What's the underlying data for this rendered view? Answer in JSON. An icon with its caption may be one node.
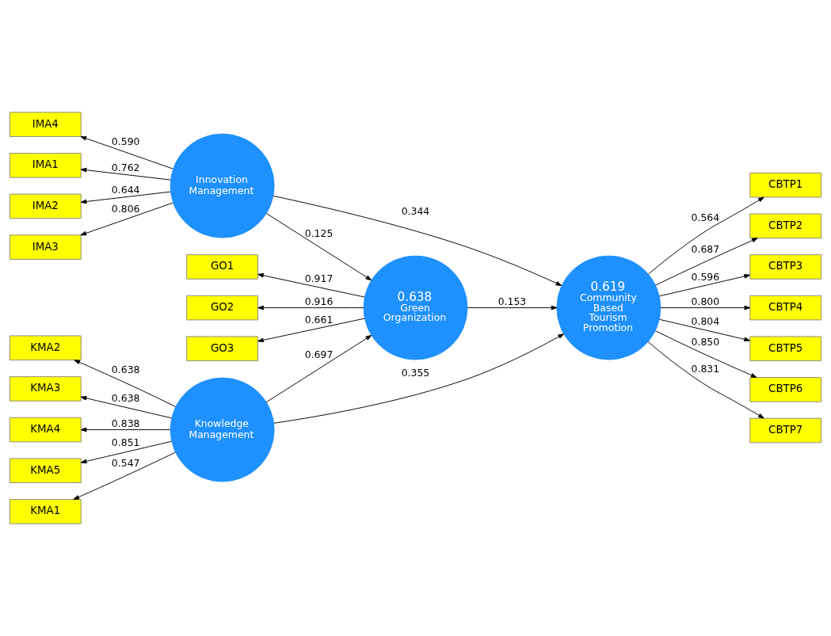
{
  "diagram": {
    "nodes": [
      {
        "text": [
          "GO1"
        ]
      },
      {
        "text": [
          "GO2"
        ]
      },
      {
        "text": [
          "GO3"
        ]
      },
      {
        "text": [
          "0.638",
          "Green Organization"
        ]
      },
      {
        "text": [
          "IMA1"
        ]
      },
      {
        "text": [
          "IMA2"
        ]
      },
      {
        "text": [
          "IMA3"
        ]
      },
      {
        "text": [
          "IMA4"
        ]
      },
      {
        "text": [
          "Innovation Management"
        ]
      },
      {
        "text": [
          "CBTP1"
        ]
      },
      {
        "text": [
          "CBTP2"
        ]
      },
      {
        "text": [
          "CBTP3"
        ]
      },
      {
        "text": [
          "CBTP4"
        ]
      },
      {
        "text": [
          "CBTP5"
        ]
      },
      {
        "text": [
          "CBTP6"
        ]
      },
      {
        "text": [
          "CBTP7"
        ]
      },
      {
        "text": [
          "0.619",
          "Community Based Tourism Promotion"
        ]
      },
      {
        "text": [
          "KMA1"
        ]
      },
      {
        "text": [
          "KMA2"
        ]
      },
      {
        "text": [
          "KMA3"
        ]
      },
      {
        "text": [
          "KMA4"
        ]
      },
      {
        "text": [
          "KMA5"
        ]
      },
      {
        "text": [
          "Knowledge Management"
        ]
      }
    ],
    "edges": [
      {
        "from": 3,
        "to": 0,
        "arrow": "to",
        "label": "0.917"
      },
      {
        "from": 3,
        "to": 1,
        "arrow": "to",
        "label": "0.916"
      },
      {
        "from": 3,
        "to": 2,
        "arrow": "to",
        "label": "0.661"
      },
      {
        "from": 8,
        "to": 4,
        "arrow": "to",
        "label": "0.762"
      },
      {
        "from": 8,
        "to": 5,
        "arrow": "to",
        "label": "0.644"
      },
      {
        "from": 8,
        "to": 6,
        "arrow": "to",
        "label": "0.806"
      },
      {
        "from": 8,
        "to": 7,
        "arrow": "to",
        "label": "0.590"
      },
      {
        "from": 8,
        "to": 3,
        "arrow": "to",
        "label": "0.125"
      },
      {
        "from": 8,
        "to": 16,
        "arrow": "to",
        "label": "0.344"
      },
      {
        "from": 22,
        "to": 3,
        "arrow": "to",
        "label": "0.697"
      },
      {
        "from": 3,
        "to": 16,
        "arrow": "to",
        "label": "0.153"
      },
      {
        "from": 16,
        "to": 9,
        "arrow": "to",
        "label": "0.564"
      },
      {
        "from": 16,
        "to": 10,
        "arrow": "to",
        "label": "0.687"
      },
      {
        "from": 16,
        "to": 11,
        "arrow": "to",
        "label": "0.596"
      },
      {
        "from": 16,
        "to": 12,
        "arrow": "to",
        "label": "0.800"
      },
      {
        "from": 16,
        "to": 13,
        "arrow": "to",
        "label": "0.804"
      },
      {
        "from": 16,
        "to": 14,
        "arrow": "to",
        "label": "0.850"
      },
      {
        "from": 16,
        "to": 15,
        "arrow": "to",
        "label": "0.831"
      },
      {
        "from": 22,
        "to": 17,
        "arrow": "to",
        "label": "0.547"
      },
      {
        "from": 22,
        "to": 18,
        "arrow": "to",
        "label": "0.638"
      },
      {
        "from": 22,
        "to": 19,
        "arrow": "to",
        "label": "0.638"
      },
      {
        "from": 22,
        "to": 20,
        "arrow": "to",
        "label": "0.838"
      },
      {
        "from": 22,
        "to": 21,
        "arrow": "to",
        "label": "0.851"
      },
      {
        "from": 22,
        "to": 16,
        "arrow": "to",
        "label": "0.355"
      }
    ]
  }
}
